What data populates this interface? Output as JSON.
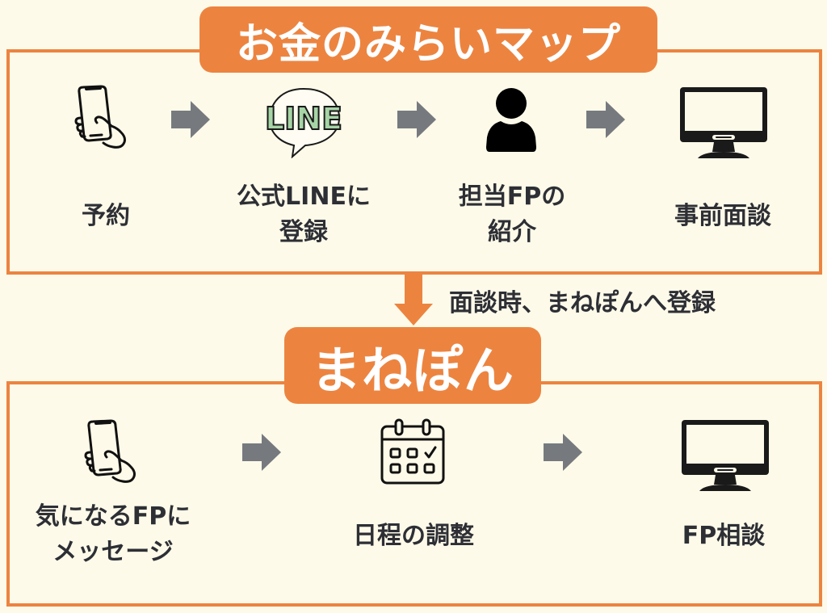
{
  "colors": {
    "accent": "#ec8440",
    "background": "#fefae9",
    "text": "#2d2f35",
    "arrow_gray": "#767a7f",
    "line_green": "#a6d4a6"
  },
  "sections": [
    {
      "title": "お金のみらいマップ",
      "steps": [
        {
          "icon": "hand-holding-phone-icon",
          "label_lines": [
            "予約"
          ]
        },
        {
          "icon": "line-app-icon",
          "icon_text": "LINE",
          "label_lines": [
            "公式LINEに",
            "登録"
          ]
        },
        {
          "icon": "person-icon",
          "label_lines": [
            "担当FPの",
            "紹介"
          ]
        },
        {
          "icon": "desktop-monitor-icon",
          "label_lines": [
            "事前面談"
          ]
        }
      ]
    },
    {
      "title": "まねぽん",
      "steps": [
        {
          "icon": "hand-holding-phone-icon",
          "label_lines": [
            "気になるFPに",
            "メッセージ"
          ]
        },
        {
          "icon": "calendar-check-icon",
          "label_lines": [
            "日程の調整"
          ]
        },
        {
          "icon": "desktop-monitor-icon",
          "label_lines": [
            "FP相談"
          ]
        }
      ]
    }
  ],
  "transition_note": "面談時、まねぽんへ登録"
}
